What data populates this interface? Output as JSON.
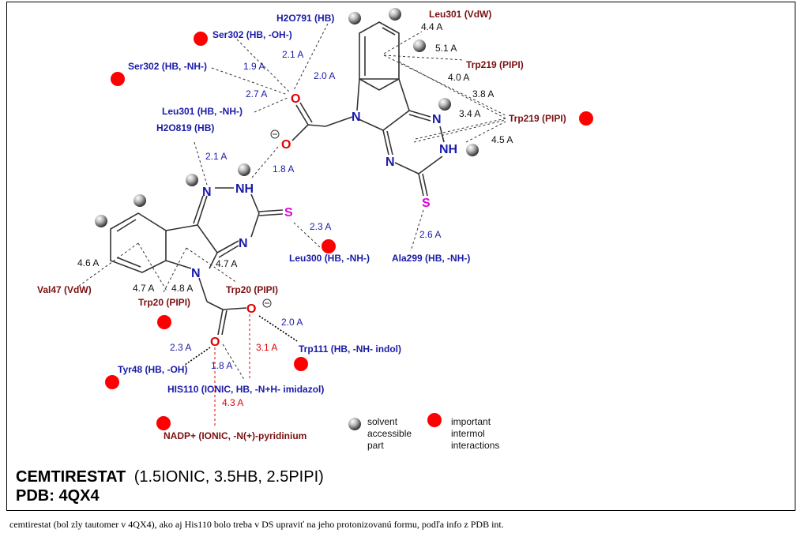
{
  "labels": {
    "h2o791": "H2O791 (HB)",
    "ser302_oh": "Ser302 (HB, -OH-)",
    "ser302_nh": "Ser302 (HB, -NH-)",
    "leu301_nh": "Leu301 (HB, -NH-)",
    "h2o819": "H2O819 (HB)",
    "leu301_vdw": "Leu301 (VdW)",
    "trp219_a": "Trp219 (PIPI)",
    "trp219_b": "Trp219 (PIPI)",
    "leu300": "Leu300 (HB, -NH-)",
    "ala299": "Ala299 (HB, -NH-)",
    "val47": "Val47 (VdW)",
    "trp20_a": "Trp20 (PIPI)",
    "trp20_b": "Trp20 (PIPI)",
    "trp111": "Trp111 (HB, -NH- indol)",
    "tyr48": "Tyr48 (HB, -OH)",
    "his110": "HIS110 (IONIC, HB, -N+H- imidazol)",
    "nadp": "NADP+ (IONIC, -N(+)-pyridinium"
  },
  "distances": {
    "d_h2o791": "2.1 A",
    "d_ser302_nh": "1.9 A",
    "d_20a": "2.0 A",
    "d_27": "2.7 A",
    "d_h2o819": "2.1 A",
    "d_18": "1.8 A",
    "d_leu301_44": "4.4 A",
    "d_51": "5.1 A",
    "d_40": "4.0 A",
    "d_38": "3.8 A",
    "d_34": "3.4 A",
    "d_45": "4.5 A",
    "d_leu300": "2.3 A",
    "d_ala299": "2.6 A",
    "d_46": "4.6 A",
    "d_47a": "4.7 A",
    "d_47b": "4.7 A",
    "d_48": "4.8 A",
    "d_trp111": "2.0 A",
    "d_tyr48": "2.3 A",
    "d_31": "3.1 A",
    "d_his110": "1.8 A",
    "d_nadp": "4.3 A"
  },
  "atoms": {
    "n": "N",
    "nh": "NH",
    "o": "O",
    "s": "S"
  },
  "legend": {
    "solvent": [
      "solvent",
      "accessible",
      "part"
    ],
    "important": [
      "important",
      "intermol",
      "interactions"
    ]
  },
  "title": {
    "name": "CEMTIRESTAT",
    "counts": "(1.5IONIC, 3.5HB, 2.5PIPI)",
    "pdb": "PDB: 4QX4"
  },
  "caption": "cemtirestat (bol zly tautomer v 4QX4), ako aj His110 bolo treba v DS upraviť na jeho protonizovanú formu, podľa info z PDB int.",
  "colors": {
    "hb_label": "#1a1aa8",
    "hydrophobic_label": "#7a1010",
    "oxygen": "#e00000",
    "sulfur": "#e000e0",
    "nitrogen": "#1a1aa8",
    "important_dot": "#ff0000"
  }
}
